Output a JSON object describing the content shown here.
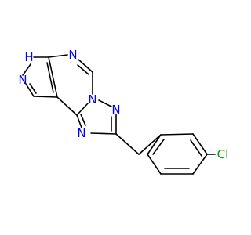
{
  "atoms": {
    "nh": {
      "text": "H",
      "color": "#0000ff"
    },
    "n_pyrazole": {
      "text": "N",
      "color": "#0000ff"
    },
    "n_pyrimidine_top": {
      "text": "N",
      "color": "#0000ff"
    },
    "n_bridge": {
      "text": "N",
      "color": "#0000ff"
    },
    "n_triazole_right": {
      "text": "N",
      "color": "#0000ff"
    },
    "n_triazole_left": {
      "text": "N",
      "color": "#0000ff"
    },
    "cl": {
      "text": "Cl",
      "color": "#00a000"
    }
  },
  "bond_color": "#000000"
}
